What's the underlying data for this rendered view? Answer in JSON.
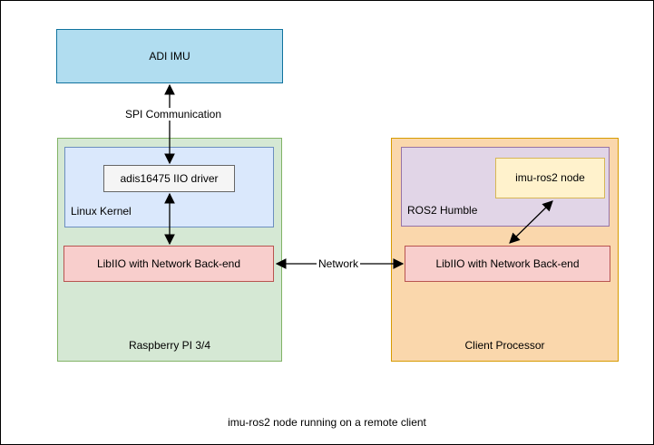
{
  "diagram": {
    "adi_imu": {
      "label": "ADI IMU"
    },
    "raspberry_pi": {
      "label": "Raspberry PI 3/4",
      "linux_kernel": {
        "label": "Linux Kernel",
        "driver_label": "adis16475 IIO driver"
      },
      "libiio_label": "LibIIO with Network Back-end"
    },
    "client": {
      "label": "Client Processor",
      "ros2": {
        "label": "ROS2 Humble",
        "node_label": "imu-ros2 node"
      },
      "libiio_label": "LibIIO with Network Back-end"
    },
    "edges": {
      "spi": {
        "label": "SPI Communication"
      },
      "network": {
        "label": "Network"
      },
      "kernel_to_libiio": {
        "label": ""
      },
      "node_to_libiio": {
        "label": ""
      }
    },
    "caption": "imu-ros2 node running on a remote client"
  },
  "colors": {
    "adi_imu_fill": "#B1DDF0",
    "adi_imu_stroke": "#10739E",
    "raspberry_pi_fill": "#D5E8D4",
    "raspberry_pi_stroke": "#82B366",
    "linux_kernel_fill": "#DAE8FC",
    "linux_kernel_stroke": "#6C8EBF",
    "driver_fill": "#F5F5F5",
    "driver_stroke": "#666666",
    "libiio_fill": "#F8CECC",
    "libiio_stroke": "#B85450",
    "client_fill": "#FAD7AC",
    "client_stroke": "#D79B00",
    "ros2_fill": "#E1D5E7",
    "ros2_stroke": "#9673A6",
    "node_fill": "#FFF2CC",
    "node_stroke": "#D6B656",
    "connector": "#000000",
    "canvas_border": "#000000"
  }
}
